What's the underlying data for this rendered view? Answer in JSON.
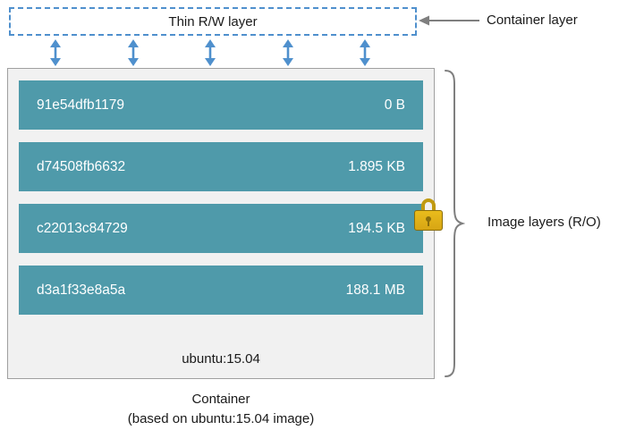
{
  "container_layer": {
    "thin_rw_label": "Thin R/W layer",
    "callout_label": "Container layer"
  },
  "image_stack": {
    "layers": [
      {
        "id": "91e54dfb1179",
        "size": "0 B"
      },
      {
        "id": "d74508fb6632",
        "size": "1.895 KB"
      },
      {
        "id": "c22013c84729",
        "size": "194.5 KB"
      },
      {
        "id": "d3a1f33e8a5a",
        "size": "188.1 MB"
      }
    ],
    "image_name": "ubuntu:15.04",
    "callout_label": "Image layers (R/O)"
  },
  "caption": {
    "line1": "Container",
    "line2": "(based on ubuntu:15.04 image)"
  },
  "icons": {
    "lock": "lock-icon",
    "bidirectional_arrow": "bidirectional-arrow-icon",
    "left_arrow": "left-arrow-icon",
    "brace": "curly-brace-icon"
  },
  "colors": {
    "layer_teal": "#4f9aaa",
    "arrow_blue": "#4f90cd",
    "dashed_border_blue": "#4f90cd",
    "lock_gold": "#d7a514",
    "callout_gray": "#7f7f7f",
    "stack_background": "#f1f1f1"
  }
}
